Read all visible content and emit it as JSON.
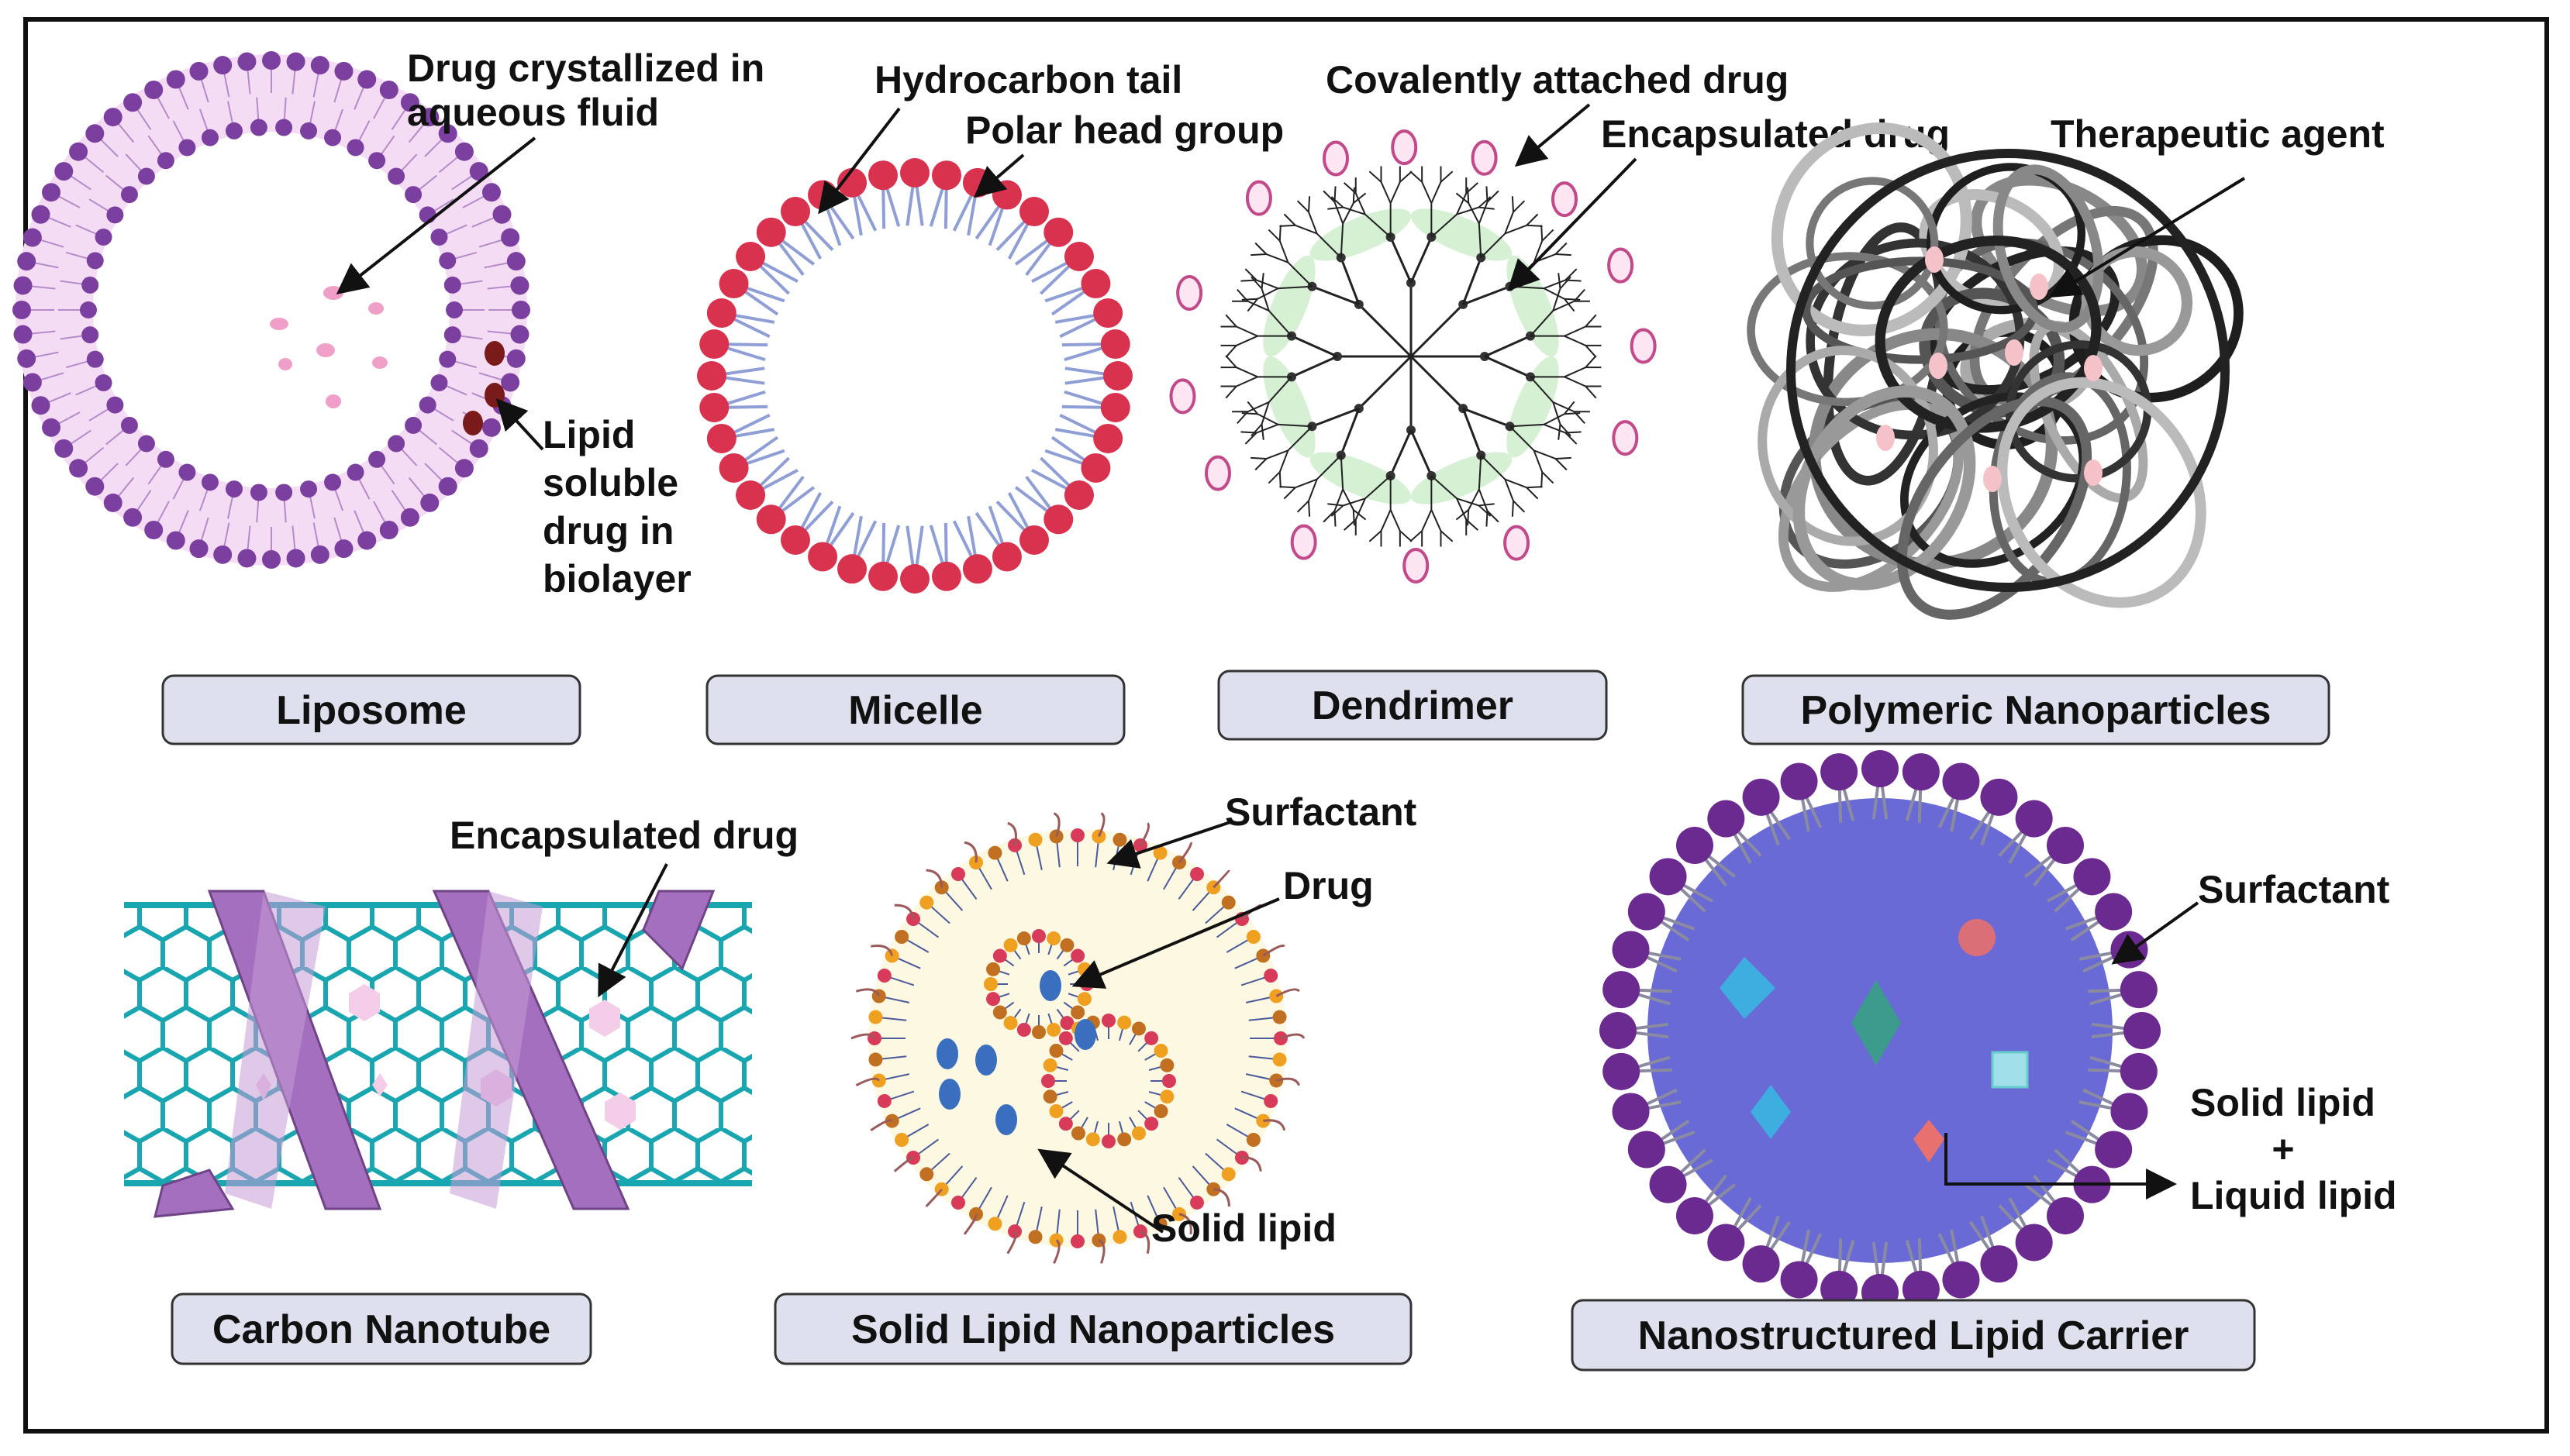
{
  "captions": {
    "liposome": "Liposome",
    "micelle": "Micelle",
    "dendrimer": "Dendrimer",
    "polymeric": "Polymeric Nanoparticles",
    "carbon": "Carbon Nanotube",
    "sln": "Solid Lipid Nanoparticles",
    "nlc": "Nanostructured Lipid Carrier"
  },
  "labels": {
    "liposome_drug_line1": "Drug crystallized in",
    "liposome_drug_line2": "aqueous fluid",
    "lipid_line1": "Lipid",
    "lipid_line2": "soluble",
    "lipid_line3": "drug in",
    "lipid_line4": "biolayer",
    "hydrocarbon_tail": "Hydrocarbon tail",
    "polar_head": "Polar head group",
    "covalent_drug": "Covalently attached drug",
    "dendrimer_encap": "Encapsulated drug",
    "therapeutic": "Therapeutic agent",
    "cnt_encap": "Encapsulated drug",
    "sln_surfactant": "Surfactant",
    "sln_drug": "Drug",
    "sln_solid_lipid": "Solid lipid",
    "nlc_surfactant": "Surfactant",
    "nlc_solid": "Solid lipid",
    "nlc_plus": "+",
    "nlc_liquid": "Liquid lipid"
  },
  "colors": {
    "liposome": "#7b3fa0",
    "liposome_fill": "#f5dcf5",
    "micelle_head": "#d9324f",
    "micelle_tail": "#8f9fd6",
    "nlc_core": "#6a6ad6",
    "nlc_head": "#6a2a8f",
    "cnt": "#1aa6b0",
    "ribbon": "#a56fbf",
    "sln_fill": "#fdf8e1"
  }
}
